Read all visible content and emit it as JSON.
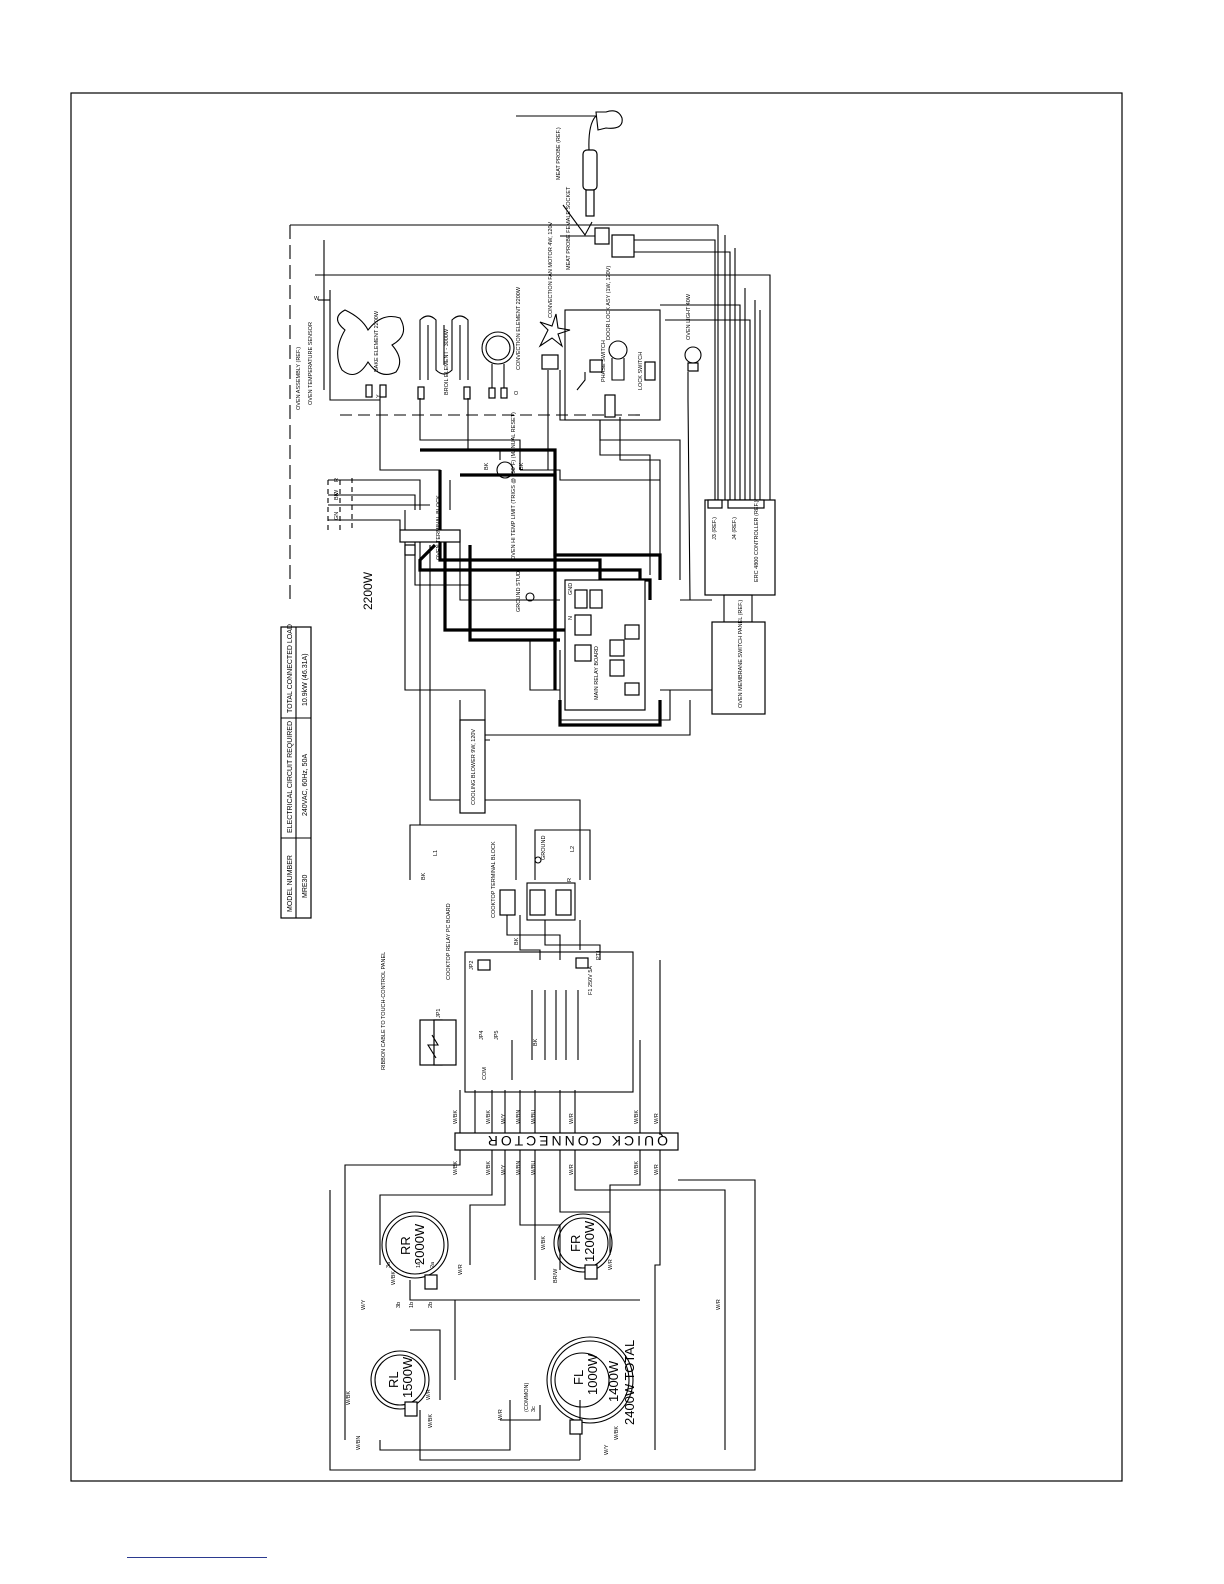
{
  "spec_table": {
    "headers": [
      "MODEL NUMBER",
      "ELECTRICAL CIRCUIT REQUIRED",
      "TOTAL CONNECTED LOAD"
    ],
    "values": [
      "MRE30",
      "240VAC, 60Hz, 50A",
      "10.9kW (46.31A)"
    ]
  },
  "oven": {
    "meat_probe": "MEAT PROBE (REF.)",
    "meat_probe_socket": "MEAT PROBE FEMALE SOCKET",
    "assembly": "OVEN ASSEMBLY (REF.)",
    "temp_sensor": "OVEN TEMPERATURE SENSOR",
    "bake_element": "BAKE ELEMENT 2200W",
    "broil_element": "BROIL ELEMENT - 3000W",
    "convection_element": "CONVECTION ELEMENT 2200W",
    "fan_motor": "CONVECTION FAN MOTOR 4W, 120V",
    "door_lock": "DOOR LOCK ASY (1W, 120V)",
    "phase_switch": "PHASE SWITCH",
    "lock_switch": "LOCK SWITCH",
    "oven_light": "OVEN LIGHT 40W",
    "temp_limit": "OVEN HI TEMP LIMIT (TRIGS @ 250°F) (MANUAL RESET)",
    "terminal_block": "OVEN TERMINAL BLOCK",
    "rating_2200": "2200W",
    "ground_stud": "GROUND STUD",
    "main_relay_board": "MAIN RELAY BOARD",
    "erc_controller": "ERC 4800 CONTROLLER (REF.)",
    "j3": "J3 (REF.)",
    "j4": "J4 (REF.)",
    "membrane_switch": "OVEN MEMBRANE SWITCH PANEL (REF.)",
    "cooling_blower": "COOLING BLOWER 9W, 120V"
  },
  "cooktop": {
    "terminal_block": "COOKTOP TERMINAL BLOCK",
    "relay_board": "COOKTOP RELAY PC BOARD",
    "ribbon_cable": "RIBBON CABLE TO TOUCH-CONTROL PANEL",
    "ground": "GROUND",
    "fuse": "F1 250V 5A",
    "quick_connector": "QUICK CONNECTOR",
    "burners": [
      {
        "name": "RR",
        "watts": "2000W"
      },
      {
        "name": "FR",
        "watts": "1200W"
      },
      {
        "name": "RL",
        "watts": "1500W"
      },
      {
        "name": "FL",
        "watts": "1000W",
        "total": "2400W TOTAL",
        "inner": "1400W"
      }
    ],
    "common_label": "(COMMON)"
  },
  "wire_labels": {
    "L1": "L1",
    "L2": "L2",
    "N": "N",
    "GND": "GND",
    "BK": "BK",
    "R": "R",
    "W": "W",
    "Y": "Y",
    "O": "O",
    "GN": "GN",
    "W_BK": "W/BK",
    "W_R": "W/R",
    "W_Y": "W/Y",
    "W_BN": "W/BN",
    "W_BU": "W/BU",
    "BR_W": "BR/W",
    "t1a": "1a",
    "t1b": "1b",
    "t2a": "2a",
    "t2b": "2b",
    "t3a": "3a",
    "t3b": "3b",
    "t3c": "3c",
    "JP1": "JP1",
    "JP2": "JP2",
    "JP4": "JP4",
    "JP5": "JP5",
    "COM": "COM",
    "PT1": "PT1"
  }
}
